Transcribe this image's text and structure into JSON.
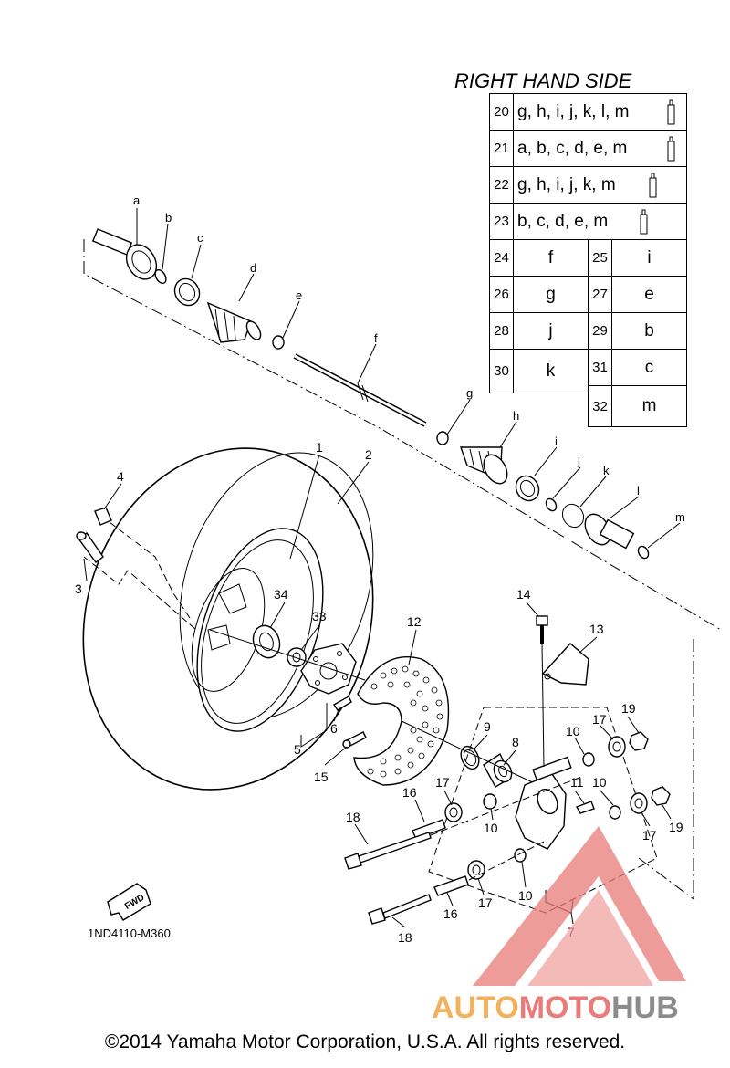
{
  "legend": {
    "title": "RIGHT HAND SIDE",
    "kit_rows": [
      {
        "num": "20",
        "parts": "g, h, i, j, k, l, m"
      },
      {
        "num": "21",
        "parts": "a, b, c, d, e, m"
      },
      {
        "num": "22",
        "parts": "g, h, i, j, k, m"
      },
      {
        "num": "23",
        "parts": "b, c, d, e, m"
      }
    ],
    "pair_rows": [
      {
        "num_left": "24",
        "val_left": "f",
        "num_right": "25",
        "val_right": "i"
      },
      {
        "num_left": "26",
        "val_left": "g",
        "num_right": "27",
        "val_right": "e"
      },
      {
        "num_left": "28",
        "val_left": "j",
        "num_right": "29",
        "val_right": "b"
      },
      {
        "num_left": "30",
        "val_left": "k",
        "num_right": "31",
        "val_right": "c"
      }
    ],
    "last_row": {
      "num": "32",
      "val": "m"
    }
  },
  "callouts": {
    "c1": "1",
    "c2": "2",
    "c3": "3",
    "c4": "4",
    "c5": "5",
    "c6": "6",
    "c7": "7",
    "c8": "8",
    "c9": "9",
    "c10a": "10",
    "c10b": "10",
    "c10c": "10",
    "c10d": "10",
    "c11": "11",
    "c12": "12",
    "c13": "13",
    "c14": "14",
    "c15": "15",
    "c16a": "16",
    "c16b": "16",
    "c17a": "17",
    "c17b": "17",
    "c17c": "17",
    "c17d": "17",
    "c18a": "18",
    "c18b": "18",
    "c19a": "19",
    "c19b": "19",
    "c33": "33",
    "c34": "34"
  },
  "letters": {
    "a": "a",
    "b": "b",
    "c": "c",
    "d": "d",
    "e": "e",
    "f": "f",
    "g": "g",
    "h": "h",
    "i": "i",
    "j": "j",
    "k": "k",
    "l": "l",
    "m": "m"
  },
  "fwd_label": "FWD",
  "diagram_code": "1ND4110-M360",
  "copyright": "©2014 Yamaha Motor Corporation, U.S.A. All rights reserved.",
  "watermark": {
    "part1": "AUTO",
    "part2": "MOTO",
    "part3": "HUB"
  },
  "colors": {
    "watermark_orange": "#f4b15b",
    "watermark_red": "#e97b78",
    "watermark_gray": "#8c8c8c"
  }
}
